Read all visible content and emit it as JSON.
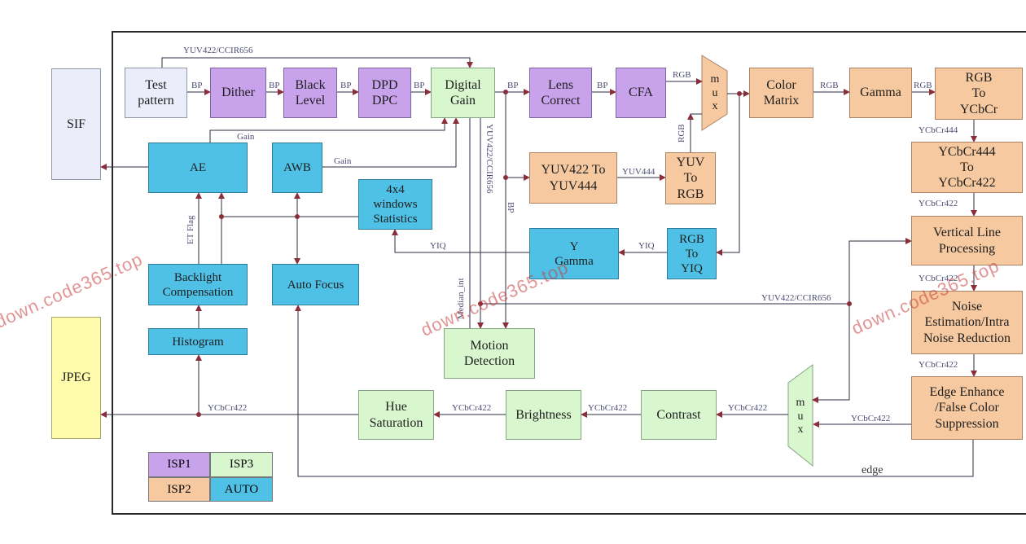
{
  "blocks": {
    "sif": "SIF",
    "jpeg": "JPEG",
    "test_pattern": "Test\npattern",
    "dither": "Dither",
    "black_level": "Black\nLevel",
    "dpd_dpc": "DPD\nDPC",
    "digital_gain": "Digital\nGain",
    "lens_correct": "Lens\nCorrect",
    "cfa": "CFA",
    "mux_top": "m\nu\nx",
    "color_matrix": "Color\nMatrix",
    "gamma": "Gamma",
    "rgb_to_ycbcr": "RGB\nTo\nYCbCr",
    "ycbcr444_to_422": "YCbCr444\nTo\nYCbCr422",
    "vertical_line": "Vertical Line\nProcessing",
    "noise": "Noise\nEstimation/Intra\nNoise Reduction",
    "edge_enhance": "Edge Enhance\n/False Color\nSuppression",
    "yuv422_to_444": "YUV422 To\nYUV444",
    "yuv_to_rgb": "YUV\nTo\nRGB",
    "rgb_to_yiq": "RGB\nTo\nYIQ",
    "y_gamma": "Y\nGamma",
    "ae": "AE",
    "awb": "AWB",
    "stats": "4x4\nwindows\nStatistics",
    "backlight": "Backlight\nCompensation",
    "auto_focus": "Auto Focus",
    "histogram": "Histogram",
    "motion": "Motion\nDetection",
    "hue_sat": "Hue\nSaturation",
    "brightness": "Brightness",
    "contrast": "Contrast",
    "mux_bottom": "m\nu\nx"
  },
  "labels": {
    "bp": "BP",
    "rgb": "RGB",
    "yuv444": "YUV444",
    "yiq": "YIQ",
    "gain": "Gain",
    "ycbcr444": "YCbCr444",
    "ycbcr422": "YCbCr422",
    "yuv422_ccir656": "YUV422/CCIR656",
    "et_flag": "ET Flag",
    "median_int": "Median_int",
    "edge": "edge"
  },
  "legend": {
    "isp1": "ISP1",
    "isp2": "ISP2",
    "isp3": "ISP3",
    "auto": "AUTO"
  },
  "colors": {
    "isp1": "#c9a2ec",
    "isp2": "#f6c9a1",
    "isp3": "#d9f7cf",
    "auto": "#4fc1e6"
  },
  "watermark": "down.code365.top"
}
